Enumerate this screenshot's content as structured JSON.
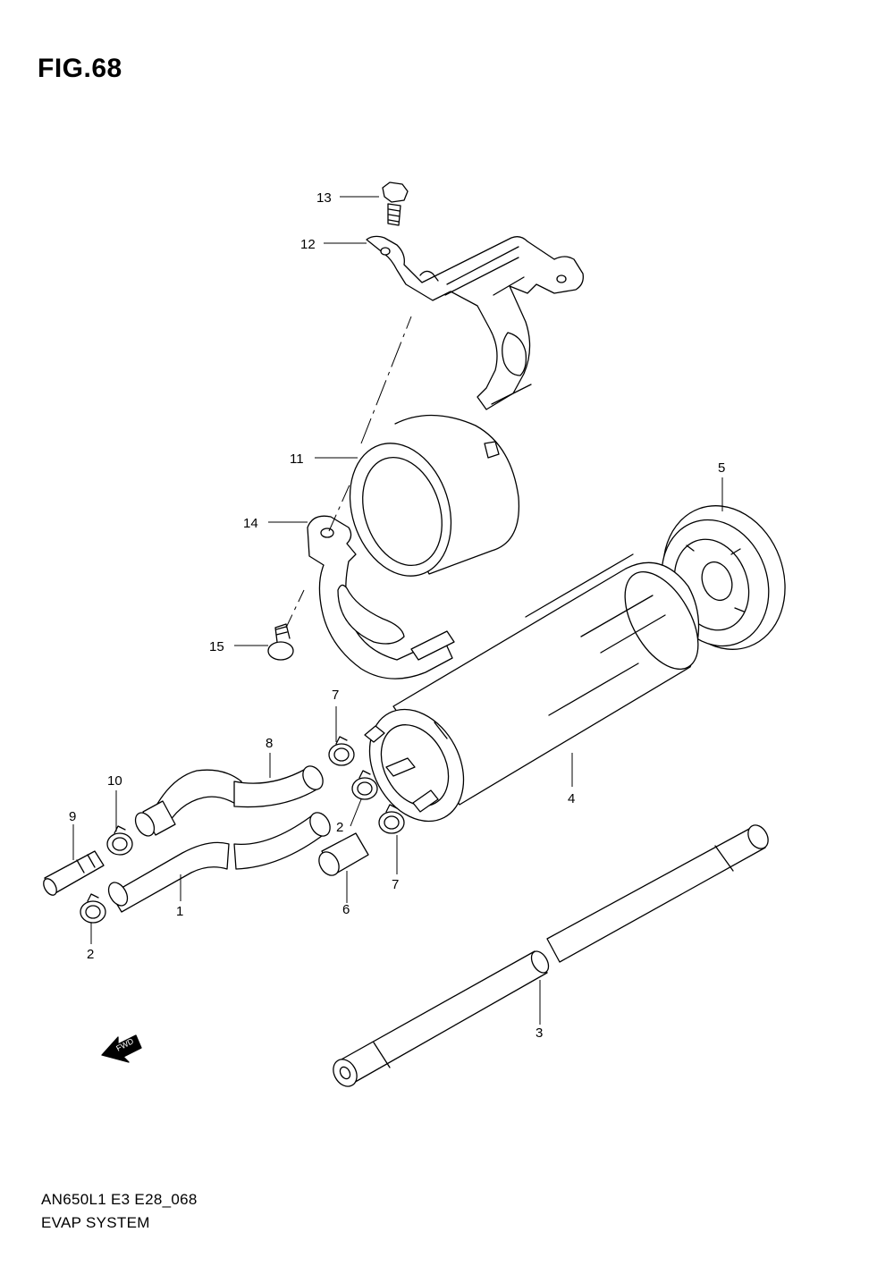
{
  "figure": {
    "title": "FIG.68"
  },
  "footer": {
    "code": "AN650L1 E3 E28_068",
    "name": "EVAP SYSTEM"
  },
  "fwd_label": "FWD",
  "callouts": [
    {
      "id": "13",
      "text": "13"
    },
    {
      "id": "12",
      "text": "12"
    },
    {
      "id": "11",
      "text": "11"
    },
    {
      "id": "14",
      "text": "14"
    },
    {
      "id": "15",
      "text": "15"
    },
    {
      "id": "5",
      "text": "5"
    },
    {
      "id": "4",
      "text": "4"
    },
    {
      "id": "7a",
      "text": "7"
    },
    {
      "id": "7b",
      "text": "7"
    },
    {
      "id": "8",
      "text": "8"
    },
    {
      "id": "10",
      "text": "10"
    },
    {
      "id": "9",
      "text": "9"
    },
    {
      "id": "2a",
      "text": "2"
    },
    {
      "id": "2b",
      "text": "2"
    },
    {
      "id": "1",
      "text": "1"
    },
    {
      "id": "6",
      "text": "6"
    },
    {
      "id": "3",
      "text": "3"
    }
  ]
}
